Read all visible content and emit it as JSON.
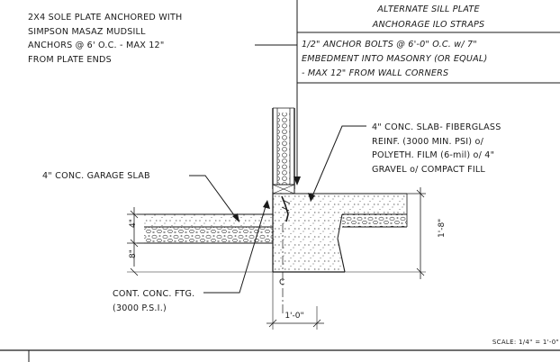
{
  "callouts": {
    "sole_plate": [
      "2X4 SOLE PLATE ANCHORED WITH",
      "SIMPSON MASAZ MUDSILL",
      "ANCHORS @ 6' O.C. - MAX 12\"",
      "FROM PLATE ENDS"
    ],
    "alt_title": [
      "ALTERNATE SILL PLATE",
      "ANCHORAGE ILO STRAPS"
    ],
    "alt_body": [
      "1/2\" ANCHOR BOLTS @ 6'-0\" O.C. w/ 7\"",
      "EMBEDMENT INTO MASONRY (OR EQUAL)",
      "- MAX 12\" FROM WALL CORNERS"
    ],
    "slab_right": [
      "4\" CONC. SLAB- FIBERGLASS",
      "REINF. (3000 MIN. PSI) o/",
      "POLYETH. FILM (6-mil) o/ 4\"",
      "GRAVEL o/ COMPACT FILL"
    ],
    "garage_slab": "4\" CONC. GARAGE SLAB",
    "footing": [
      "CONT. CONC. FTG.",
      "(3000 P.S.I.)"
    ]
  },
  "dimensions": {
    "slab_thickness": "4\"",
    "step_height": "8\"",
    "footing_depth": "1'-8\"",
    "footing_width": "1'-0\""
  },
  "centerline_mark": "C",
  "scale_label": "SCALE: 1/4\" = 1'-0\""
}
